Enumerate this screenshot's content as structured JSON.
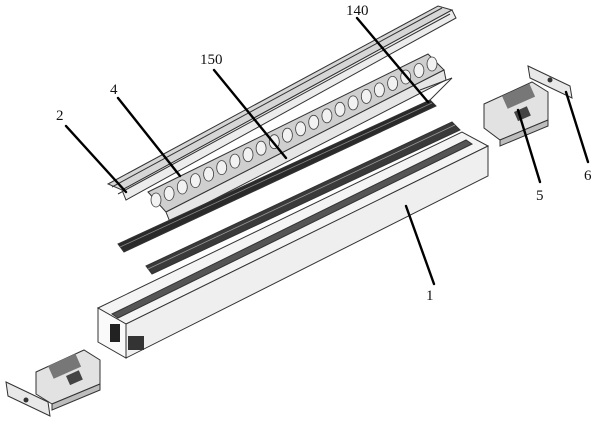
{
  "labels": {
    "l140": "140",
    "l150": "150",
    "l4": "4",
    "l2": "2",
    "l5": "5",
    "l6": "6",
    "l1": "1"
  }
}
